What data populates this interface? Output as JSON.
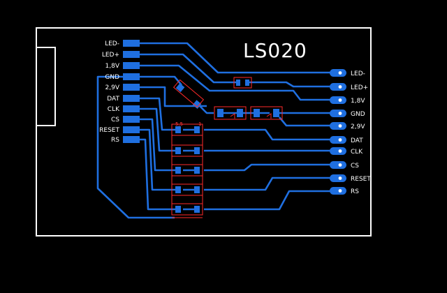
{
  "board": {
    "title": "LS020",
    "colors": {
      "background": "#000000",
      "outline": "#ffffff",
      "copper": "#1f6fe0",
      "silkscreen": "#ff2a2a",
      "label": "#ffffff"
    }
  },
  "left_connector": {
    "pins": [
      "LED-",
      "LED+",
      "1,8V",
      "GND",
      "2,9V",
      "DAT",
      "CLK",
      "CS",
      "RESET",
      "RS"
    ]
  },
  "right_pads": {
    "pins": [
      "LED-",
      "LED+",
      "1,8V",
      "GND",
      "2,9V",
      "DAT",
      "CLK",
      "CS",
      "RESET",
      "RS"
    ]
  },
  "silkscreen_marks": {
    "left": "5,5",
    "right": "1"
  }
}
